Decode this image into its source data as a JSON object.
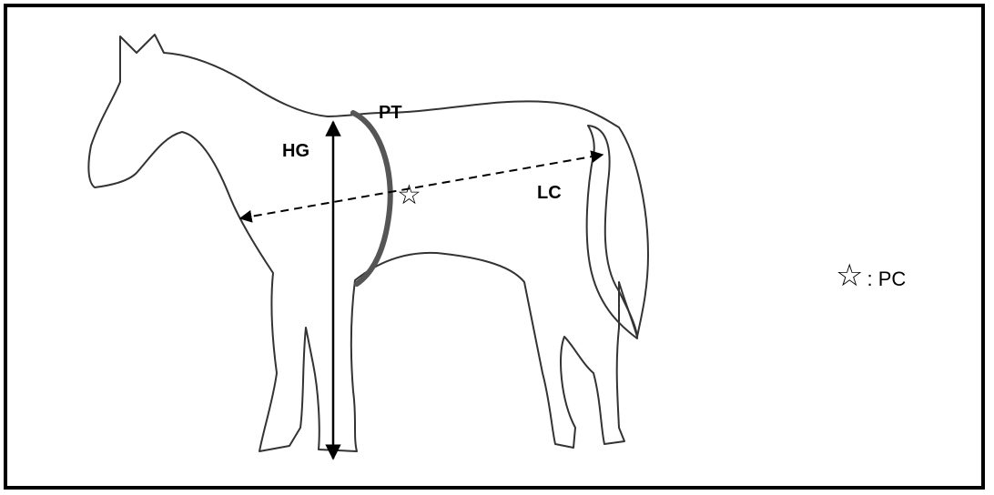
{
  "labels": {
    "heart_girth": "HG",
    "thoracic_perimeter": "PT",
    "body_length": "LC",
    "point_marker": "☆"
  },
  "legend": {
    "symbol": "☆",
    "text": ": PC"
  },
  "colors": {
    "outline": "#333333",
    "arrows": "#000000",
    "curve": "#555555"
  },
  "icons": [
    "star-icon",
    "horse-outline"
  ]
}
